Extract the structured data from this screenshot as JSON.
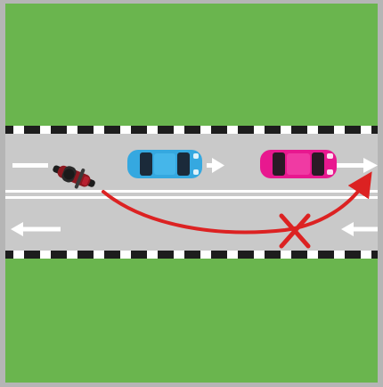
{
  "scene": {
    "kind": "road-overtaking-diagram",
    "colors": {
      "grass": "#6ab54e",
      "grass_edge": "#5ea544",
      "frame": "#b5b5b5",
      "road": "#c9c9c9",
      "lane_marking": "#ffffff",
      "curb_dark": "#1d1d1d",
      "curb_light": "#ffffff",
      "path_arrow": "#dc2222",
      "forbidden_mark": "#dc2222",
      "car_blue": "#35a8e0",
      "car_pink": "#e8188f",
      "motorcycle": "#8d1820"
    },
    "vehicles": [
      {
        "id": "motorcycle",
        "color_key": "motorcycle",
        "heading": "right"
      },
      {
        "id": "blue-car",
        "color_key": "car_blue",
        "heading": "right"
      },
      {
        "id": "pink-car",
        "color_key": "car_pink",
        "heading": "right"
      }
    ],
    "forbidden_mark_glyph": "X"
  }
}
